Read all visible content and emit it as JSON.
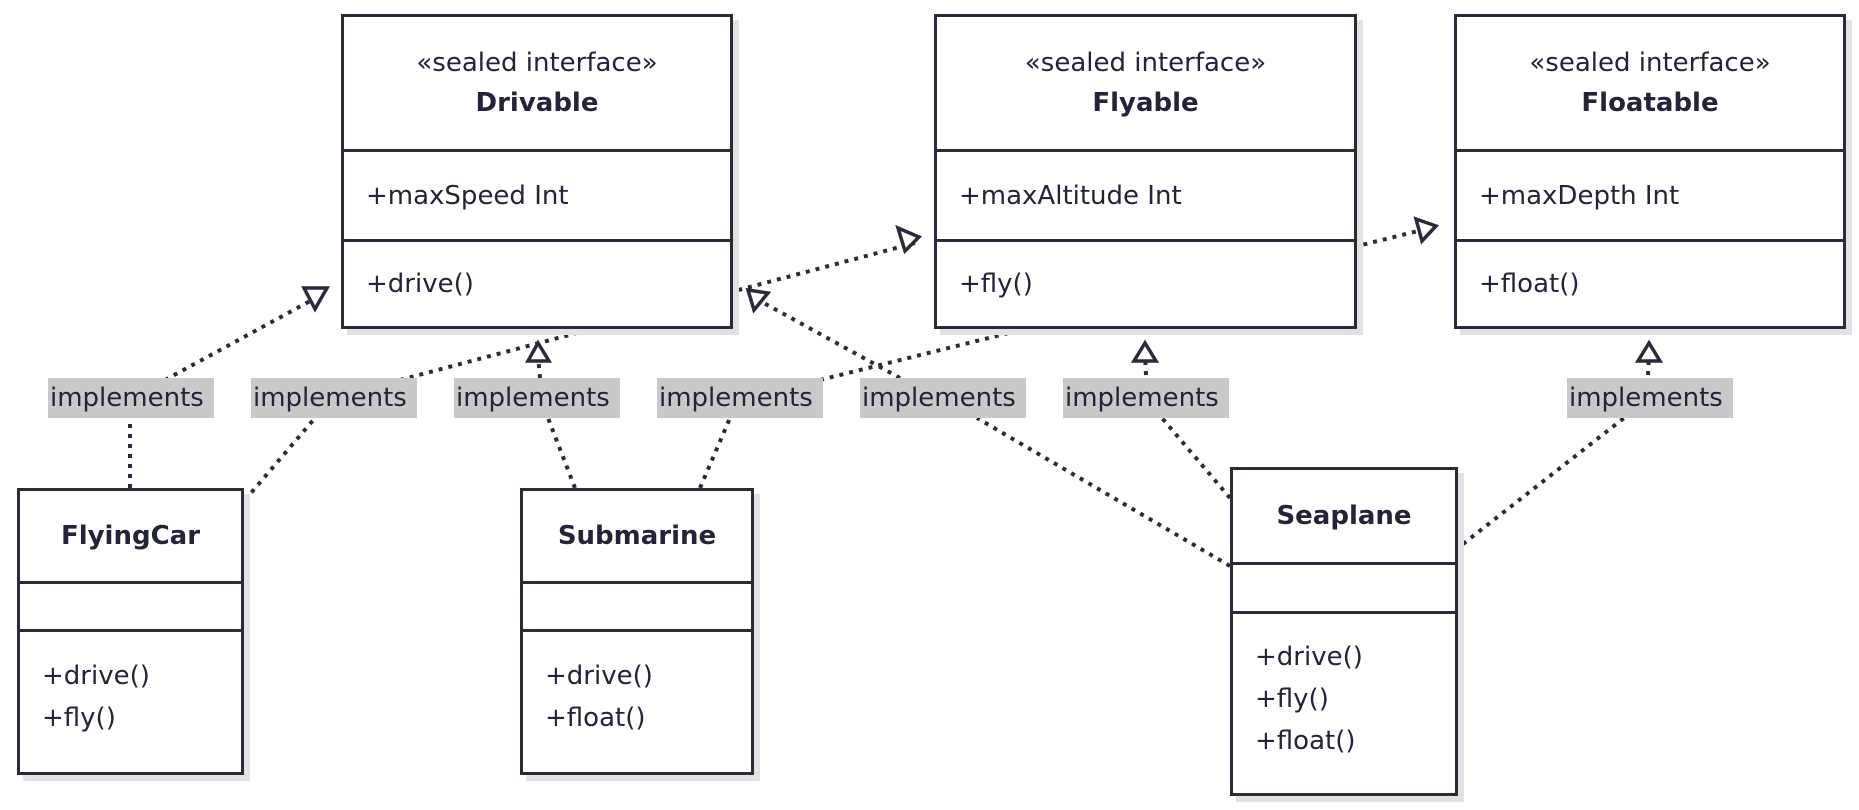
{
  "colors": {
    "ink": "#2a2a3a",
    "text": "#232339",
    "label_bg": "#c9c9c9",
    "shadow": "#e2e2e2",
    "background": "#ffffff"
  },
  "classes": {
    "drivable": {
      "stereotype": "«sealed interface»",
      "name": "Drivable",
      "attributes": [
        "+maxSpeed Int"
      ],
      "methods": [
        "+drive()"
      ]
    },
    "flyable": {
      "stereotype": "«sealed interface»",
      "name": "Flyable",
      "attributes": [
        "+maxAltitude Int"
      ],
      "methods": [
        "+fly()"
      ]
    },
    "floatable": {
      "stereotype": "«sealed interface»",
      "name": "Floatable",
      "attributes": [
        "+maxDepth Int"
      ],
      "methods": [
        "+float()"
      ]
    },
    "flyingcar": {
      "name": "FlyingCar",
      "methods": [
        "+drive()",
        "+fly()"
      ]
    },
    "submarine": {
      "name": "Submarine",
      "methods": [
        "+drive()",
        "+float()"
      ]
    },
    "seaplane": {
      "name": "Seaplane",
      "methods": [
        "+drive()",
        "+fly()",
        "+float()"
      ]
    }
  },
  "relations": [
    {
      "from": "FlyingCar",
      "to": "Drivable",
      "type": "realization",
      "label": "implements"
    },
    {
      "from": "FlyingCar",
      "to": "Flyable",
      "type": "realization",
      "label": "implements"
    },
    {
      "from": "Submarine",
      "to": "Drivable",
      "type": "realization",
      "label": "implements"
    },
    {
      "from": "Submarine",
      "to": "Floatable",
      "type": "realization",
      "label": "implements"
    },
    {
      "from": "Seaplane",
      "to": "Drivable",
      "type": "realization",
      "label": "implements"
    },
    {
      "from": "Seaplane",
      "to": "Flyable",
      "type": "realization",
      "label": "implements"
    },
    {
      "from": "Seaplane",
      "to": "Floatable",
      "type": "realization",
      "label": "implements"
    }
  ]
}
